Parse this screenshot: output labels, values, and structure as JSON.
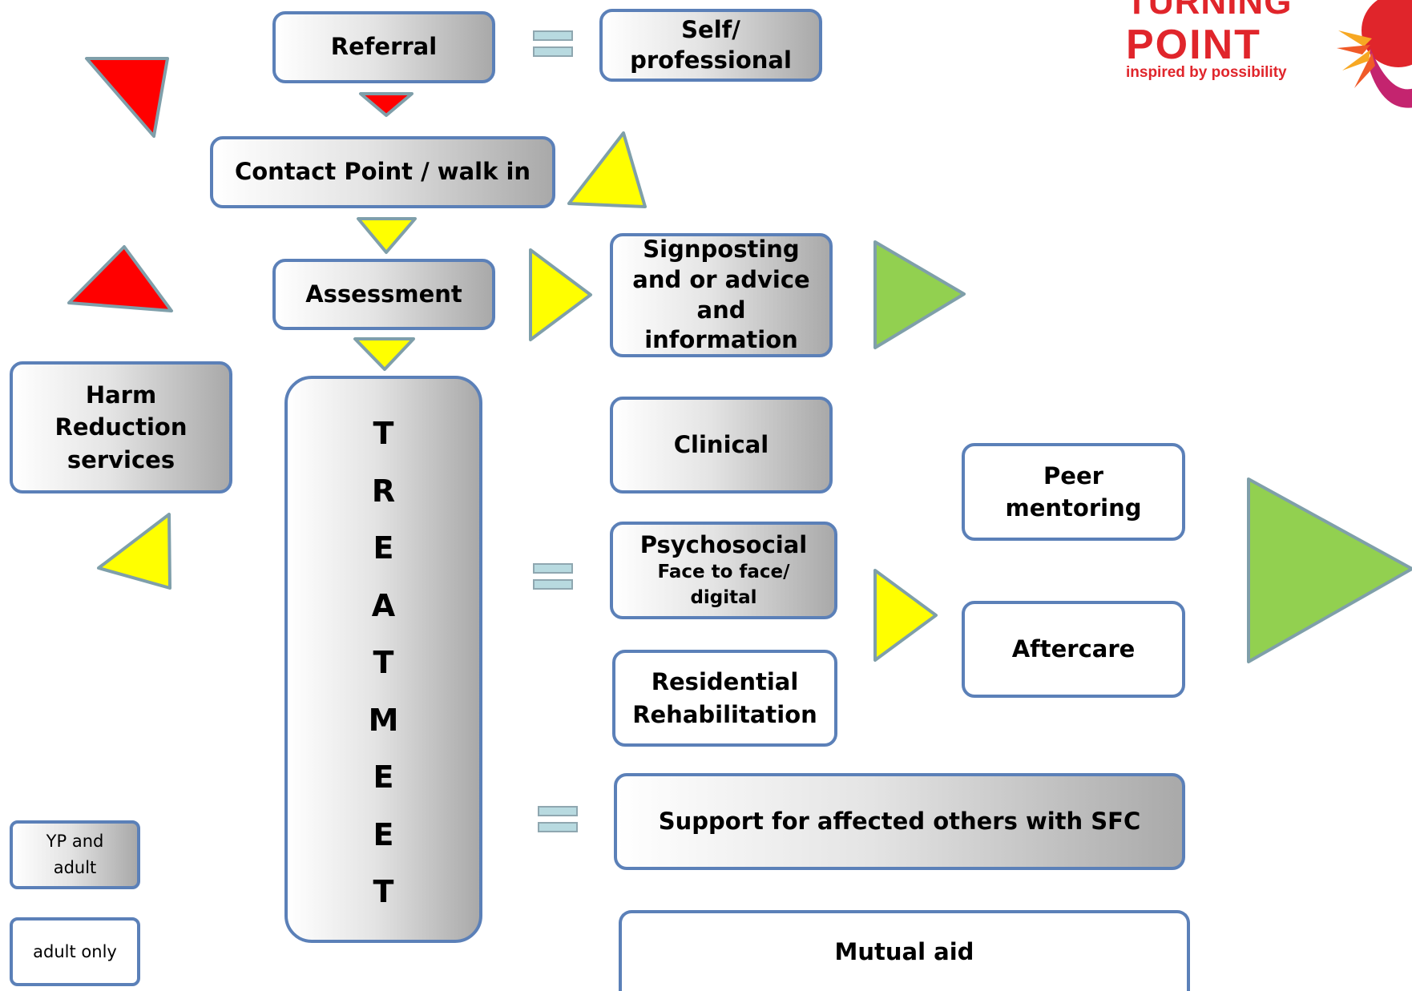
{
  "colors": {
    "red": "#ff0000",
    "yellow": "#ffff00",
    "green": "#92d050",
    "border": "#5b80b8",
    "triangle_stroke": "#7f9faa",
    "logo_red": "#e0252b"
  },
  "logo": {
    "line1": "TURNING",
    "line2": "POINT",
    "tagline": "inspired by possibility"
  },
  "boxes": {
    "referral": "Referral",
    "self_professional": "Self/\nprofessional",
    "contact_point": "Contact Point / walk in",
    "assessment": "Assessment",
    "signposting": "Signposting\nand or advice\nand\ninformation",
    "harm_reduction": "Harm\nReduction\nservices",
    "clinical": "Clinical",
    "psychosocial_title": "Psychosocial",
    "psychosocial_sub": "Face to face/\ndigital",
    "residential": "Residential\nRehabilitation",
    "peer_mentoring": "Peer\nmentoring",
    "aftercare": "Aftercare",
    "support_affected": "Support for affected others with SFC",
    "mutual_aid": "Mutual aid"
  },
  "treatment_letters": [
    "T",
    "R",
    "E",
    "A",
    "T",
    "M",
    "E",
    "E",
    "T"
  ],
  "legend": {
    "yp_and_adult": "YP and\nadult",
    "adult_only": "adult only"
  },
  "triangles": [
    {
      "name": "red-triangle-top-left",
      "color": "red"
    },
    {
      "name": "red-arrow-referral",
      "color": "red"
    },
    {
      "name": "yellow-triangle-contact",
      "color": "yellow"
    },
    {
      "name": "yellow-arrow-contact",
      "color": "yellow"
    },
    {
      "name": "red-triangle-left",
      "color": "red"
    },
    {
      "name": "yellow-triangle-signposting",
      "color": "yellow"
    },
    {
      "name": "green-triangle-signposting",
      "color": "green"
    },
    {
      "name": "yellow-arrow-assessment",
      "color": "yellow"
    },
    {
      "name": "yellow-triangle-harm",
      "color": "yellow"
    },
    {
      "name": "yellow-triangle-psychosocial",
      "color": "yellow"
    },
    {
      "name": "green-triangle-right",
      "color": "green"
    }
  ]
}
